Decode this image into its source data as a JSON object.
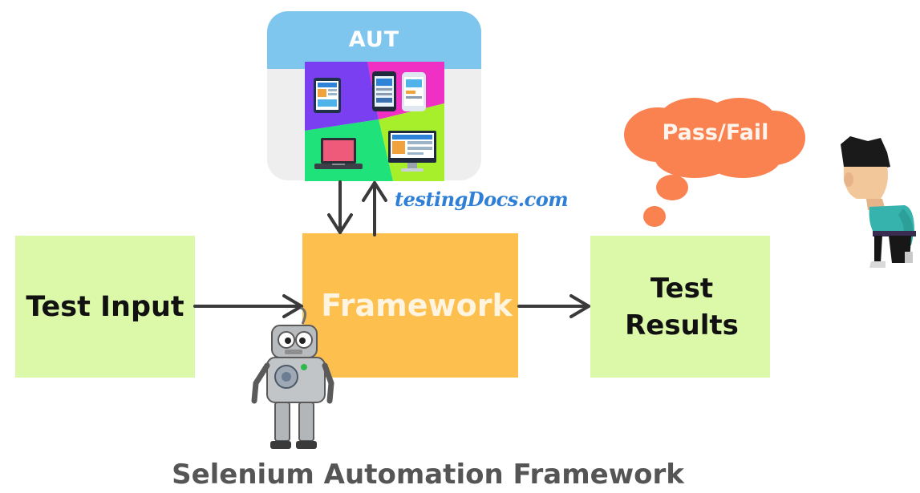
{
  "diagram": {
    "aut_label": "AUT",
    "test_input_label": "Test Input",
    "framework_label": "Framework",
    "test_results_label": "Test\nResults",
    "pass_fail_label": "Pass/Fail",
    "watermark": "testingDocs.com",
    "footer_title": "Selenium Automation Framework"
  },
  "colors": {
    "input_box": "#dcf8a9",
    "framework_box": "#fdbf4e",
    "cloud": "#fa8150",
    "aut_header": "#7fc6ee",
    "arrow": "#3a3a3a",
    "watermark": "#2f7fd6"
  },
  "icons": [
    "tablet-icon",
    "phone-icon",
    "laptop-icon",
    "desktop-icon",
    "robot-icon",
    "person-icon",
    "thought-cloud-icon"
  ]
}
